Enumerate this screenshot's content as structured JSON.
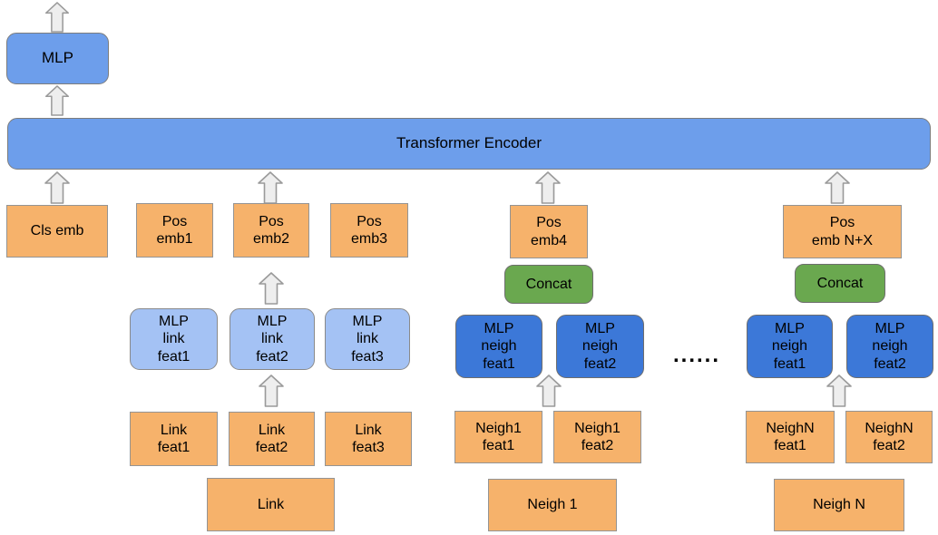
{
  "diagram": {
    "type": "architecture-flow-diagram",
    "dots": "......",
    "colors": {
      "encoder_blue": "#6d9eeb",
      "mlp_link_light_blue": "#a4c2f4",
      "mlp_neigh_dark_blue": "#3c78d8",
      "feature_orange": "#f6b26b",
      "concat_green": "#6aa84f",
      "arrow_fill": "#eeeeee",
      "arrow_stroke": "#9a9a9a"
    },
    "nodes": {
      "mlp_top": "MLP",
      "transformer": "Transformer Encoder",
      "cls_emb": "Cls emb",
      "pos_emb1": "Pos\nemb1",
      "pos_emb2": "Pos\nemb2",
      "pos_emb3": "Pos\nemb3",
      "pos_emb4": "Pos\nemb4",
      "pos_emb_nx": "Pos\nemb N+X",
      "concat_left": "Concat",
      "concat_right": "Concat",
      "mlp_link_feat1": "MLP\nlink\nfeat1",
      "mlp_link_feat2": "MLP\nlink\nfeat2",
      "mlp_link_feat3": "MLP\nlink\nfeat3",
      "mlp_neigh_l_feat1": "MLP\nneigh\nfeat1",
      "mlp_neigh_l_feat2": "MLP\nneigh\nfeat2",
      "mlp_neigh_r_feat1": "MLP\nneigh\nfeat1",
      "mlp_neigh_r_feat2": "MLP\nneigh\nfeat2",
      "link_feat1": "Link\nfeat1",
      "link_feat2": "Link\nfeat2",
      "link_feat3": "Link\nfeat3",
      "neigh1_feat1": "Neigh1\nfeat1",
      "neigh1_feat2": "Neigh1\nfeat2",
      "neighN_feat1": "NeighN\nfeat1",
      "neighN_feat2": "NeighN\nfeat2",
      "link_bottom": "Link",
      "neigh1_bottom": "Neigh 1",
      "neighN_bottom": "Neigh N"
    }
  }
}
